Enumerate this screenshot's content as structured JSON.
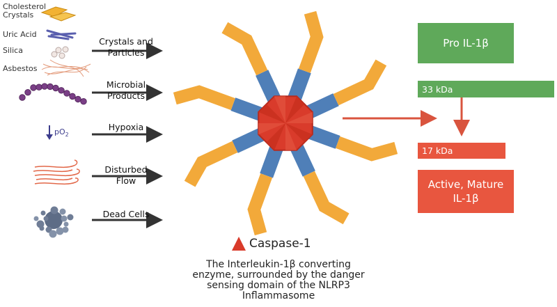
{
  "stimuli": {
    "cholesterol_label": "Cholesterol\nCrystals",
    "uric_acid_label": "Uric Acid",
    "silica_label": "Silica",
    "asbestos_label": "Asbestos",
    "crystals_and_particles": "Crystals and\nParticles",
    "microbial_products": "Microbial\nProducts",
    "po2_symbol": "pO",
    "po2_subscript": "2",
    "hypoxia": "Hypoxia",
    "disturbed_flow": "Disturbed\nFlow",
    "dead_cells": "Dead Cells"
  },
  "caspase": {
    "title": "Caspase-1",
    "caption": "The Interleukin-1β converting\nenzyme, surrounded by the danger\nsensing domain of the NLRP3\nInflammasome"
  },
  "products": {
    "pro_label": "Pro IL-1β",
    "kda33": "33 kDa",
    "kda17": "17 kDa",
    "mature_label": "Active, Mature\nIL-1β"
  },
  "colors": {
    "green": "#5fa95a",
    "red_box": "#e8563f",
    "red_arrow": "#d9543e",
    "orange_arm": "#f2a93a",
    "blue_arm": "#4f7fb8",
    "hub_red": "#d93b2b"
  }
}
